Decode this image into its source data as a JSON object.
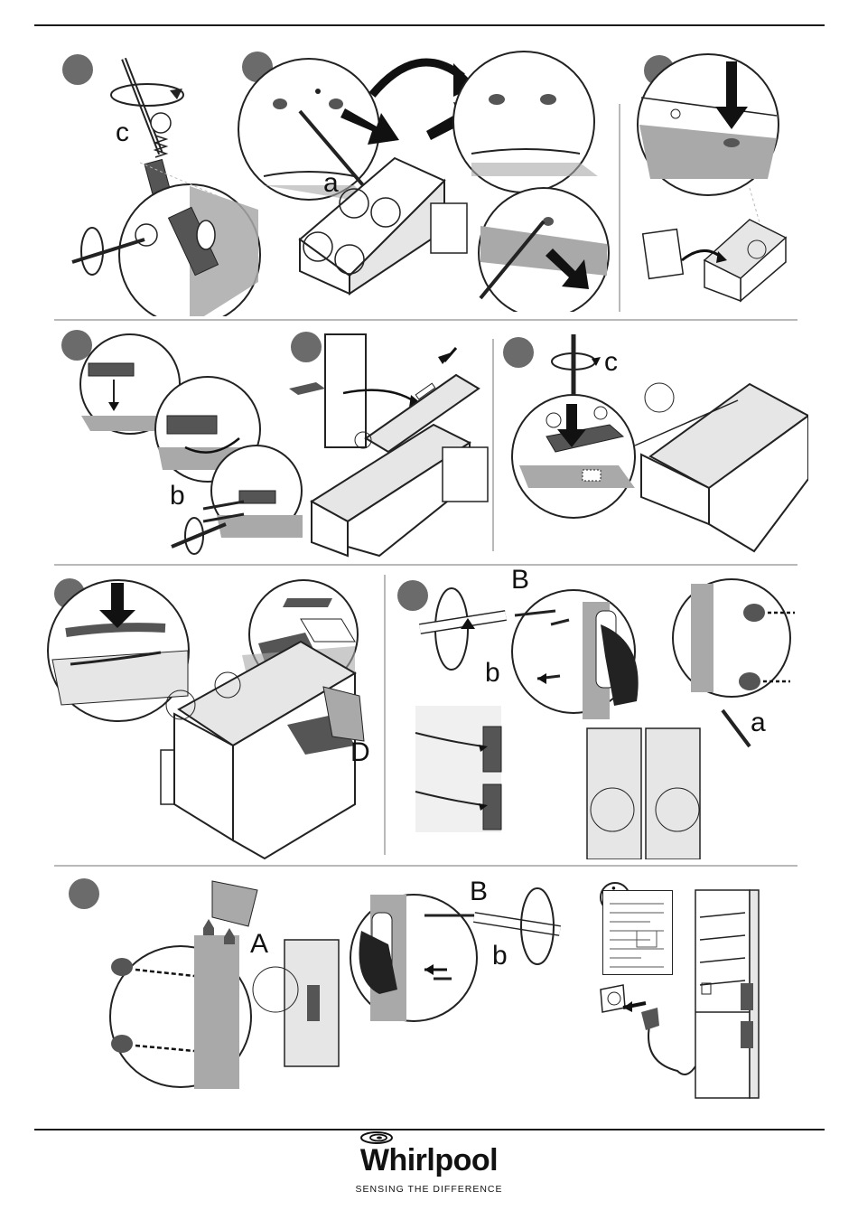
{
  "labels": {
    "c": "c",
    "a": "a",
    "b": "b",
    "B": "B",
    "D": "D",
    "A": "A"
  },
  "brand": {
    "name": "Whirlpool",
    "tagline": "SENSING THE DIFFERENCE"
  },
  "icons": {
    "info": "i",
    "steps": [
      "step-1",
      "step-2",
      "step-3",
      "step-4",
      "step-5",
      "step-6",
      "step-7",
      "step-8",
      "step-9"
    ]
  },
  "colors": {
    "ink": "#1a1a1a",
    "step_dot": "#6b6b6b",
    "grey_fill": "#a9a9a9",
    "light_fill": "#e6e6e6",
    "separator": "#b9b9b9"
  }
}
